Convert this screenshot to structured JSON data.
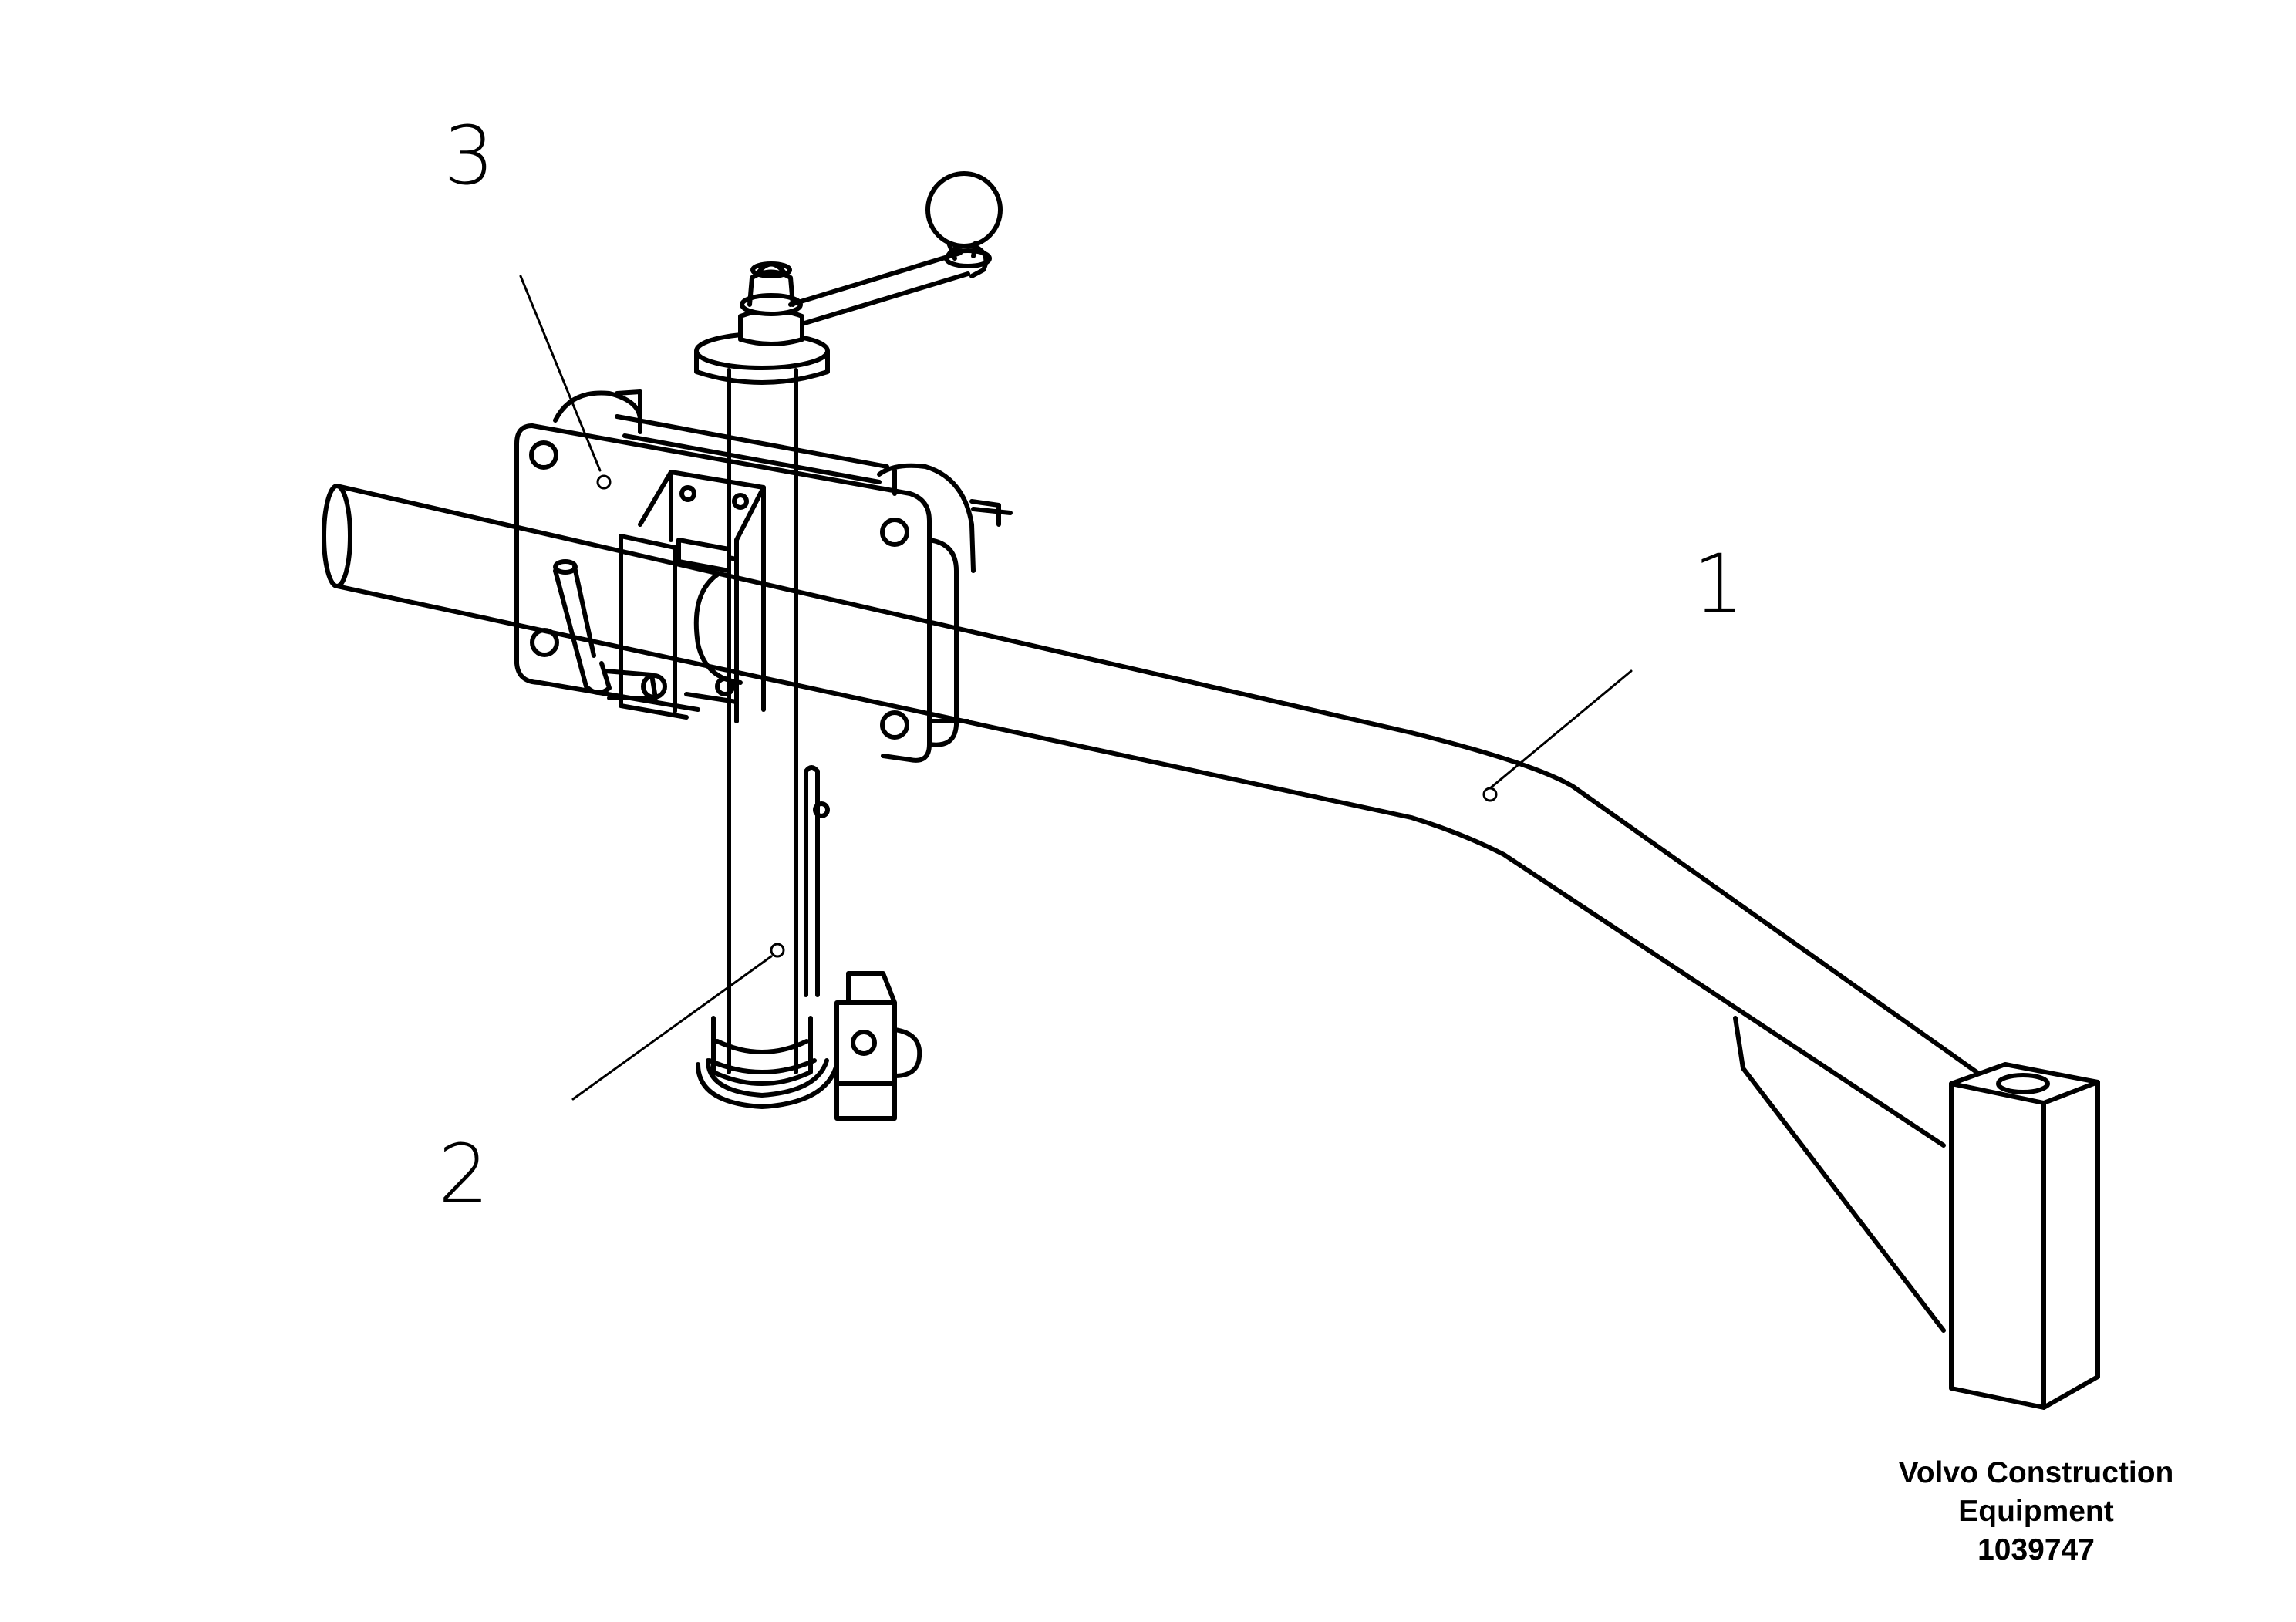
{
  "labels": {
    "part_1": "1",
    "part_2": "2",
    "part_3": "3"
  },
  "caption": {
    "line1": "Volvo Construction",
    "line2": "Equipment",
    "line3": "1039747"
  },
  "icons": [
    "support-arm-assembly-drawing"
  ]
}
